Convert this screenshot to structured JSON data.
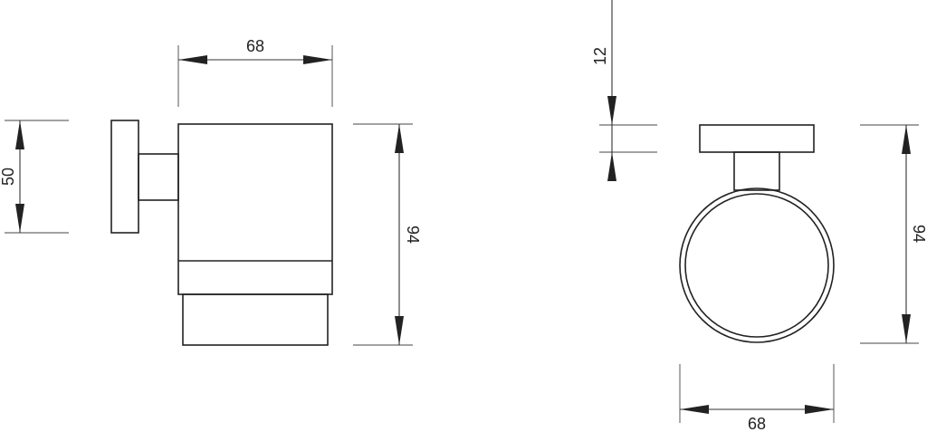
{
  "side_view": {
    "width_label": "68",
    "base_height_label": "50",
    "height_label": "94"
  },
  "front_view": {
    "base_thickness_label": "12",
    "height_label": "94",
    "width_label": "68"
  }
}
